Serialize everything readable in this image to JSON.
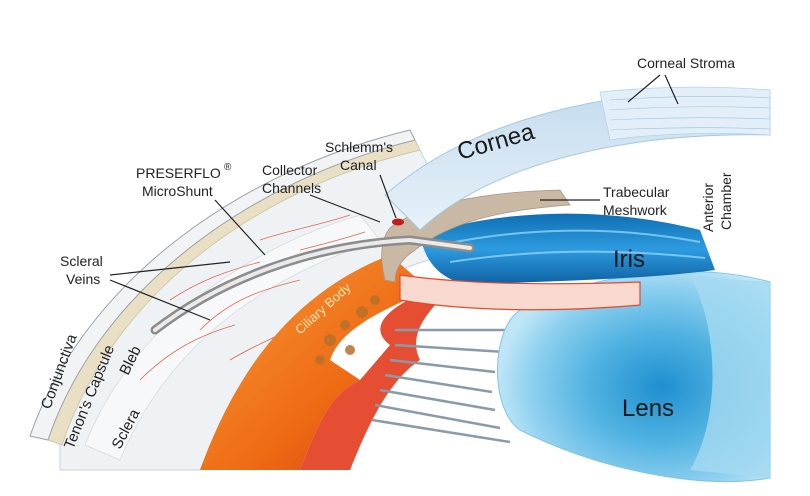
{
  "labels": {
    "corneal_stroma": "Corneal Stroma",
    "cornea": "Cornea",
    "schlemms_canal_line1": "Schlemm's",
    "schlemms_canal_line2": "Canal",
    "collector_line1": "Collector",
    "collector_line2": "Channels",
    "preserflo_line1": "PRESERFLO",
    "preserflo_reg": "®",
    "preserflo_line2": "MicroShunt",
    "trabecular_line1": "Trabecular",
    "trabecular_line2": "Meshwork",
    "anterior": "Anterior",
    "chamber": "Chamber",
    "scleral_line1": "Scleral",
    "scleral_line2": "Veins",
    "iris": "Iris",
    "ciliary_body": "Ciliary Body",
    "lens": "Lens",
    "conjunctiva": "Conjunctiva",
    "tenons_capsule": "Tenon's Capsule",
    "bleb": "Bleb",
    "sclera": "Sclera"
  },
  "colors": {
    "cornea": "#cfe3f3",
    "corneal_stroma": "#e3eff8",
    "iris": "#1d86c8",
    "ciliary_body": "#f07a1a",
    "ciliary_red": "#e23b1c",
    "lens_outer": "#a9dcf2",
    "lens_core": "#2f9fd8",
    "trabecular": "#c8b8a4",
    "tenon": "#e8dfc4",
    "sclera": "#eef2f5",
    "zonules": "#8a9aa8"
  }
}
